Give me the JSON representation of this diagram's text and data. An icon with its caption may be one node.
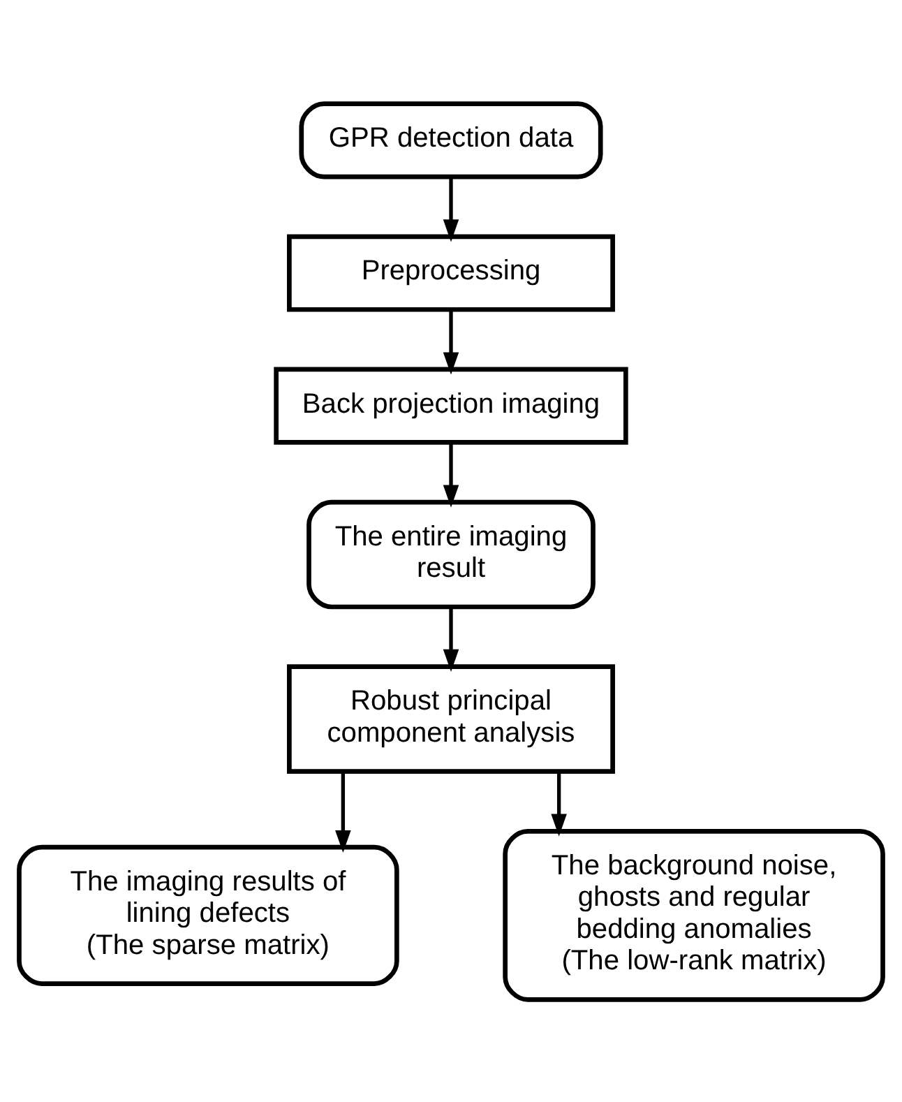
{
  "diagram": {
    "nodes": [
      {
        "text": [
          "GPR detection data"
        ]
      },
      {
        "text": [
          "Preprocessing"
        ]
      },
      {
        "text": [
          "Back projection imaging"
        ]
      },
      {
        "text": [
          "The entire imaging result"
        ]
      },
      {
        "text": [
          "Robust principal component analysis"
        ]
      },
      {
        "text": [
          "The imaging results of lining defects",
          "(The sparse matrix)"
        ]
      },
      {
        "text": [
          "The background noise, ghosts and regular bedding anomalies",
          "(The low-rank matrix)"
        ]
      }
    ],
    "edges": [
      {
        "from": 0,
        "to": 1,
        "arrow": "to"
      },
      {
        "from": 1,
        "to": 2,
        "arrow": "to"
      },
      {
        "from": 2,
        "to": 3,
        "arrow": "to"
      },
      {
        "from": 3,
        "to": 4,
        "arrow": "to"
      },
      {
        "from": 4,
        "to": 5,
        "arrow": "to"
      },
      {
        "from": 4,
        "to": 6,
        "arrow": "to"
      }
    ]
  }
}
